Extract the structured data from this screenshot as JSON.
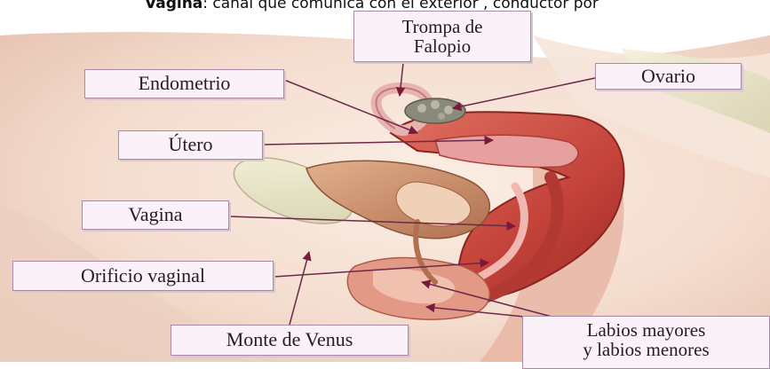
{
  "caption": {
    "term": "Vagina",
    "text": ": canal que comunica con el exterior , conductor por"
  },
  "labels": {
    "trompa_line1": "Trompa de",
    "trompa_line2": "Falopio",
    "endometrio": "Endometrio",
    "ovario": "Ovario",
    "utero": "Útero",
    "vagina": "Vagina",
    "orificio_vaginal": "Orificio vaginal",
    "monte_de_venus": "Monte de Venus",
    "labios_line1": "Labios mayores",
    "labios_line2": "y labios menores"
  },
  "colors": {
    "background": "#ffffff",
    "skin": "#f4ddcf",
    "tissue_red": "#c4433a",
    "tissue_pink": "#e6a0a0",
    "bladder": "#c98f6a",
    "label_fill": "#fbf1f8",
    "label_border": "#a98aa2",
    "pointer_line": "#6a2a4a",
    "arrow": "#7a1a3a"
  }
}
